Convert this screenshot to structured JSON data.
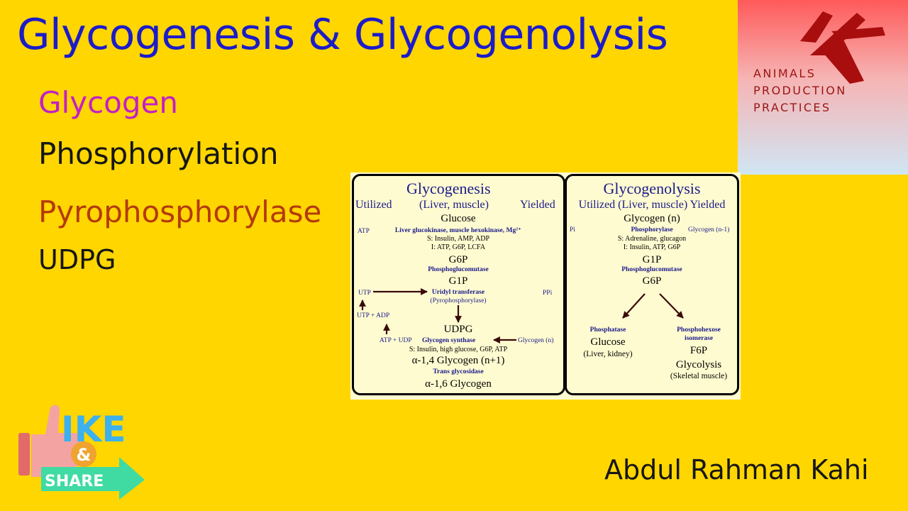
{
  "title": "Glycogenesis & Glycogenolysis",
  "terms": [
    "Glycogen",
    "Phosphorylation",
    "Pyrophosphorylase",
    "UDPG"
  ],
  "logo": {
    "lines": [
      "ANIMALS",
      "PRODUCTION",
      "PRACTICES"
    ]
  },
  "author": "Abdul Rahman Kahi",
  "badge": {
    "word1": "IKE",
    "amp": "&",
    "word2": "SHARE"
  },
  "colors": {
    "background": "#ffd600",
    "title": "#1c1cc8",
    "glycogen": "#c21fc8",
    "pyrophosphorylase": "#b43a0c"
  },
  "diagram": {
    "left": {
      "caption": "Glycogenesis",
      "utilized": "Utilized",
      "tissue": "(Liver, muscle)",
      "yielded": "Yielded",
      "glucose": "Glucose",
      "atp": "ATP",
      "enzyme1": "Liver glucokinase, muscle hexokinase, Mg²⁺",
      "stim1": "S: Insulin, AMP, ADP",
      "inhib1": "I: ATP, G6P, LCFA",
      "g6p": "G6P",
      "enzyme2": "Phosphoglucomutase",
      "g1p": "G1P",
      "utp": "UTP",
      "enzyme3": "Uridyl transferase",
      "enzyme3b": "(Pyrophosphorylase)",
      "ppi": "PPi",
      "utp_adp": "UTP + ADP",
      "udpg": "UDPG",
      "atp_udp": "ATP + UDP",
      "enzyme4": "Glycogen synthase",
      "glycogen_n": "Glycogen (n)",
      "stim4": "S: Insulin, high glucose, G6P, ATP",
      "glycogen14": "α-1,4 Glycogen (n+1)",
      "enzyme5": "Trans glycosidase",
      "glycogen16": "α-1,6 Glycogen"
    },
    "right": {
      "caption": "Glycogenolysis",
      "header": "Utilized (Liver, muscle) Yielded",
      "glycogen_n": "Glycogen (n)",
      "pi": "Pi",
      "enzyme1": "Phosphorylase",
      "glycogen_n1": "Glycogen (n-1)",
      "stim1": "S: Adrenaline, glucagon",
      "inhib1": "I: Insulin, ATP, G6P",
      "g1p": "G1P",
      "enzyme2": "Phosphoglucomutase",
      "g6p": "G6P",
      "phosphatase": "Phosphatase",
      "glucose": "Glucose",
      "liver_kidney": "(Liver, kidney)",
      "isomerase1": "Phosphohexose",
      "isomerase2": "isomerase",
      "f6p": "F6P",
      "glycolysis": "Glycolysis",
      "skeletal": "(Skeletal muscle)"
    }
  }
}
